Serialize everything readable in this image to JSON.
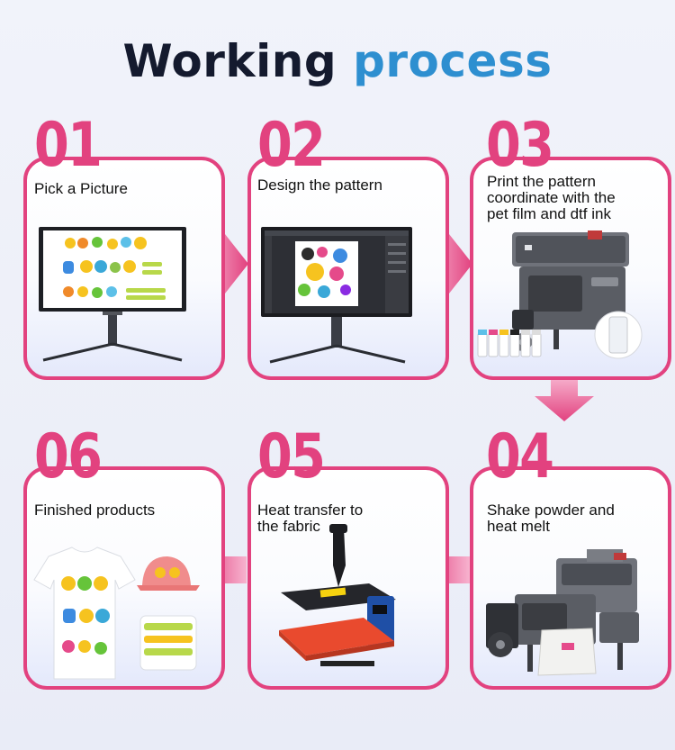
{
  "title": {
    "word1": "Working",
    "word2": "process"
  },
  "steps": [
    {
      "number": "01",
      "label": "Pick a Picture"
    },
    {
      "number": "02",
      "label": "Design the pattern"
    },
    {
      "number": "03",
      "label": "Print the pattern\ncoordinate with the\npet film and dtf ink"
    },
    {
      "number": "04",
      "label": "Shake powder and\nheat melt"
    },
    {
      "number": "05",
      "label": "Heat transfer to\nthe fabric"
    },
    {
      "number": "06",
      "label": "Finished products"
    }
  ],
  "colors": {
    "accent": "#e2427f",
    "title_dark": "#141a2e",
    "title_blue": "#2e8fd0",
    "printer_label": "#c03a3a"
  }
}
